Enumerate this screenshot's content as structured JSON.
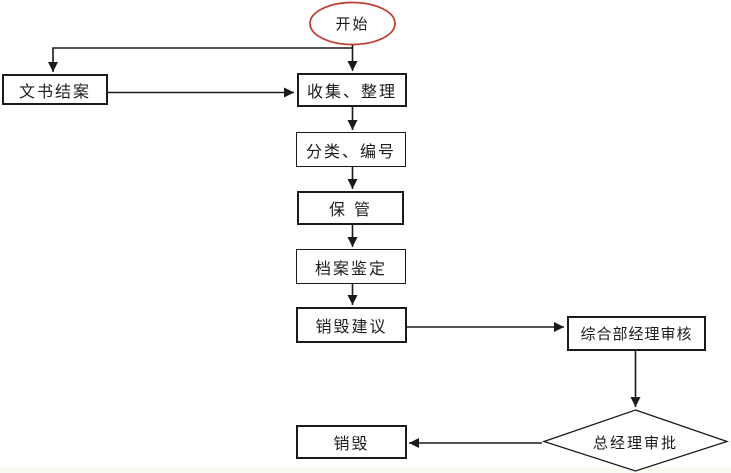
{
  "diagram": {
    "kind": "flowchart",
    "language": "zh-CN"
  },
  "colors": {
    "line": "#1a1a1a",
    "start_outline": "#c13b2f",
    "box_bg": "#ffffff",
    "page_bg": "#ffffff",
    "text": "#1c1c1c"
  },
  "nodes": {
    "start": {
      "label": "开始",
      "shape": "ellipse"
    },
    "document_closing": {
      "label": "文书结案",
      "shape": "rect"
    },
    "collect_organize": {
      "label": "收集、整理",
      "shape": "rect"
    },
    "classify_number": {
      "label": "分类、编号",
      "shape": "rect"
    },
    "storage": {
      "label": "保 管",
      "shape": "rect"
    },
    "archive_appraisal": {
      "label": "档案鉴定",
      "shape": "rect"
    },
    "destruction_proposal": {
      "label": "销毁建议",
      "shape": "rect"
    },
    "general_dept_manager_review": {
      "label": "综合部经理审核",
      "shape": "rect"
    },
    "general_manager_approval": {
      "label": "总经理审批",
      "shape": "diamond"
    },
    "destruction": {
      "label": "销毁",
      "shape": "rect"
    }
  },
  "edges": [
    {
      "from": "start",
      "to": "collect_organize"
    },
    {
      "from": "start",
      "to": "document_closing"
    },
    {
      "from": "document_closing",
      "to": "collect_organize"
    },
    {
      "from": "collect_organize",
      "to": "classify_number"
    },
    {
      "from": "classify_number",
      "to": "storage"
    },
    {
      "from": "storage",
      "to": "archive_appraisal"
    },
    {
      "from": "archive_appraisal",
      "to": "destruction_proposal"
    },
    {
      "from": "destruction_proposal",
      "to": "general_dept_manager_review"
    },
    {
      "from": "general_dept_manager_review",
      "to": "general_manager_approval"
    },
    {
      "from": "general_manager_approval",
      "to": "destruction"
    }
  ]
}
